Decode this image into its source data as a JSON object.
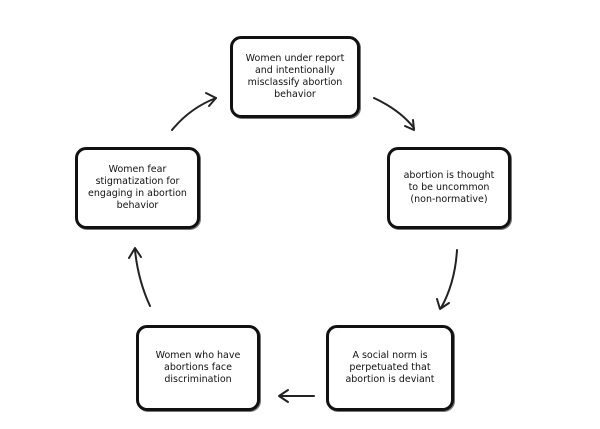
{
  "diagram": {
    "nodes": {
      "top": "Women under report and intentionally misclassify abortion behavior",
      "right": "abortion is thought to be uncommon (non-normative)",
      "bottom_right": "A social norm is perpetuated that abortion is deviant",
      "bottom_left": "Women who have abortions face discrimination",
      "left": "Women fear stigmatization for engaging in abortion behavior"
    }
  }
}
